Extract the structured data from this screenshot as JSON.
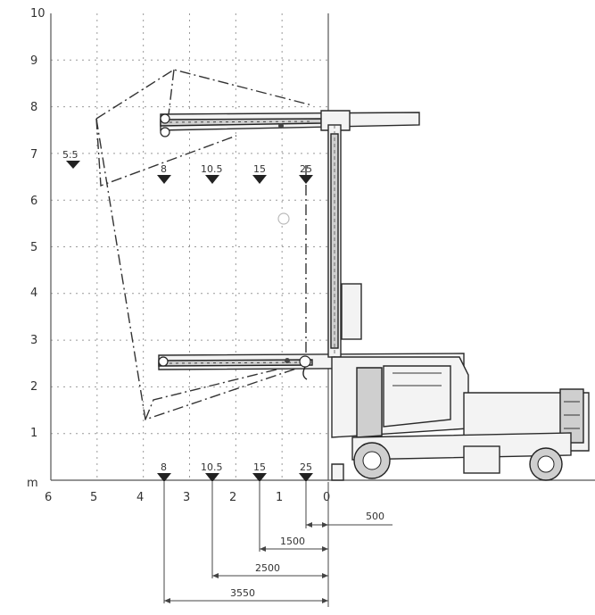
{
  "diagram": {
    "y_axis_ticks": [
      "10",
      "9",
      "8",
      "7",
      "6",
      "5",
      "4",
      "3",
      "2",
      "1"
    ],
    "y_axis_unit": "m",
    "x_axis_ticks": [
      "6",
      "5",
      "4",
      "3",
      "2",
      "1",
      "0"
    ],
    "upper_loads": [
      "5.5",
      "8",
      "10.5",
      "15",
      "25"
    ],
    "lower_loads": [
      "8",
      "10.5",
      "15",
      "25"
    ],
    "dimensions": [
      "500",
      "1500",
      "2500",
      "3550"
    ]
  }
}
